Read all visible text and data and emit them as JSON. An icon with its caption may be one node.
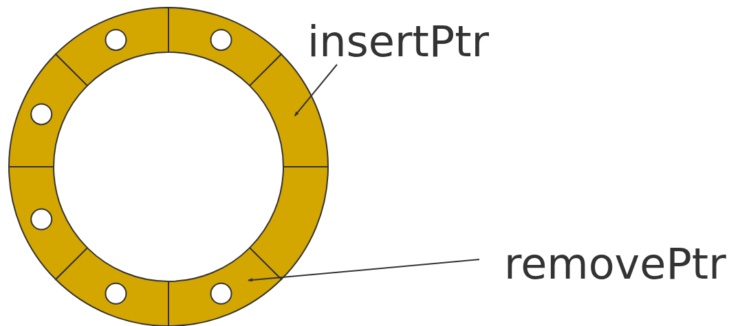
{
  "diagram": {
    "nodes": [
      {
        "text": [],
        "shape": "sector"
      },
      {
        "text": [],
        "shape": "sector"
      },
      {
        "text": [],
        "shape": "sector"
      },
      {
        "text": [],
        "shape": "sector"
      },
      {
        "text": [],
        "shape": "sector"
      },
      {
        "text": [],
        "shape": "sector"
      },
      {
        "text": [],
        "shape": "sector"
      },
      {
        "text": [],
        "shape": "sector"
      },
      {
        "text": [
          "insertPtr"
        ]
      },
      {
        "text": [
          "removePtr"
        ]
      },
      {
        "text": [],
        "shape": "circle",
        "in": 0
      },
      {
        "text": [],
        "shape": "circle",
        "in": 1
      },
      {
        "text": [],
        "shape": "circle",
        "in": 4
      },
      {
        "text": [],
        "shape": "circle",
        "in": 5
      },
      {
        "text": [],
        "shape": "circle",
        "in": 6
      },
      {
        "text": [],
        "shape": "circle",
        "in": 7
      }
    ],
    "edges": [
      {
        "from": 8,
        "to": 2,
        "arrow": "to"
      },
      {
        "from": 9,
        "to": 4,
        "arrow": "to"
      }
    ]
  }
}
